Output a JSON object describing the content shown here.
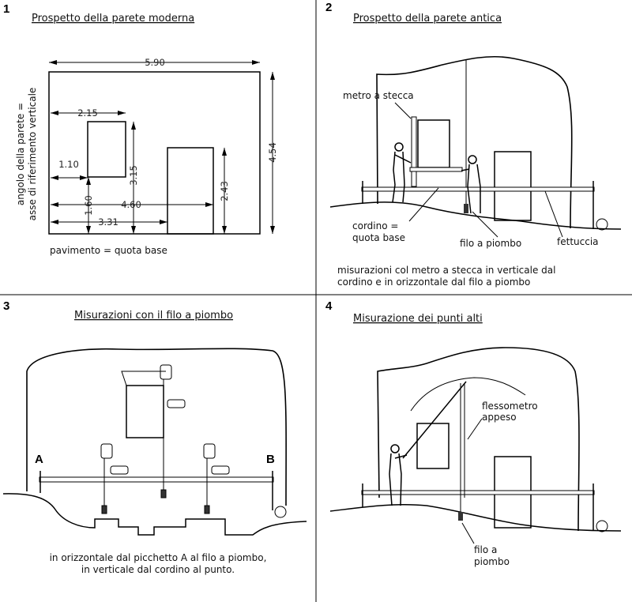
{
  "panels": [
    {
      "number": "1",
      "title": "Prospetto della parete moderna",
      "dimensions": {
        "width_total": "5.90",
        "height_total": "4.54",
        "window_right": "2.15",
        "window_left": "1.10",
        "window_top": "3.15",
        "window_bottom": "1.60",
        "door_right": "4.60",
        "door_left": "3.31",
        "door_height": "2.43"
      },
      "side_label": [
        "angolo della parete =",
        "asse di riferimento verticale"
      ],
      "floor_label": "pavimento = quota base"
    },
    {
      "number": "2",
      "title": "Prospetto della parete antica",
      "labels": {
        "ruler": "metro a stecca",
        "cord": [
          "cordino =",
          "quota base"
        ],
        "plumb": "filo a piombo",
        "tape": "fettuccia"
      },
      "caption": [
        "misurazioni col metro a stecca in verticale dal",
        "cordino e in orizzontale dal filo a piombo"
      ]
    },
    {
      "number": "3",
      "title": "Misurazioni con il filo a piombo",
      "labels": {
        "a": "A",
        "b": "B"
      },
      "caption": [
        "in orizzontale dal picchetto A al filo a piombo,",
        "in verticale dal cordino al punto."
      ]
    },
    {
      "number": "4",
      "title": "Misurazione dei punti alti",
      "labels": {
        "tape": [
          "flessometro",
          "appeso"
        ],
        "plumb": [
          "filo a",
          "piombo"
        ]
      }
    }
  ]
}
